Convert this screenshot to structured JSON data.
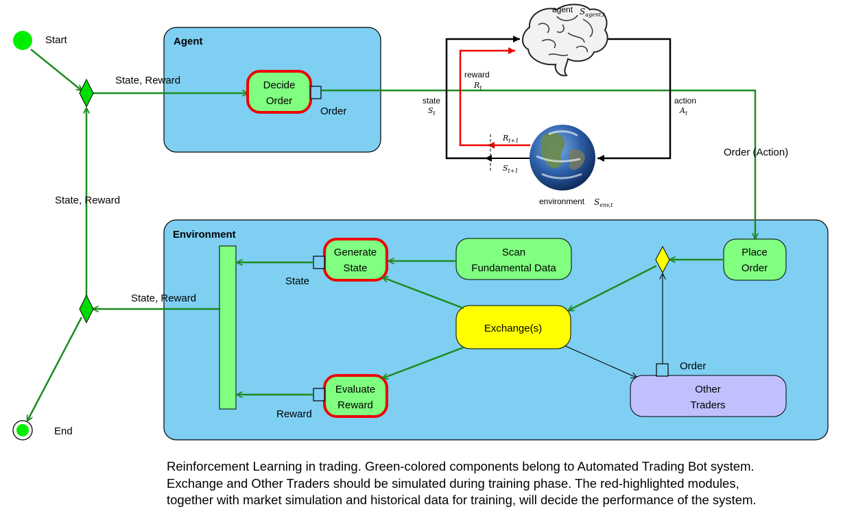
{
  "nodes": {
    "start": "Start",
    "end": "End",
    "agent_title": "Agent",
    "environment_title": "Environment",
    "decide_order": [
      "Decide",
      "Order"
    ],
    "generate_state": [
      "Generate",
      "State"
    ],
    "evaluate_reward": [
      "Evaluate",
      "Reward"
    ],
    "scan_data": [
      "Scan",
      "Fundamental Data"
    ],
    "place_order": [
      "Place",
      "Order"
    ],
    "exchange": "Exchange(s)",
    "other_traders": [
      "Other",
      "Traders"
    ]
  },
  "edge_labels": {
    "state_reward_top": "State, Reward",
    "state_reward_left": "State, Reward",
    "state_reward_env": "State, Reward",
    "order_port": "Order",
    "order_action": "Order (Action)",
    "state_port": "State",
    "reward_port": "Reward",
    "order_traders": "Order"
  },
  "rl_inset": {
    "agent": "agent",
    "agent_sub": "S",
    "agent_sub_idx": "agent,t",
    "environment": "environment",
    "env_sub": "S",
    "env_sub_idx": "env,t",
    "reward": "reward",
    "reward_sym": "R",
    "reward_idx": "t",
    "state": "state",
    "state_sym": "S",
    "state_idx": "t",
    "action": "action",
    "action_sym": "A",
    "action_idx": "t",
    "next_reward_sym": "R",
    "next_reward_idx": "t+1",
    "next_state_sym": "S",
    "next_state_idx": "t+1"
  },
  "colors": {
    "panel_fill": "#7ecff2",
    "component_fill": "#80ff80",
    "red_highlight": "#ee0000",
    "exchange_fill": "#ffff00",
    "traders_fill": "#c0c0ff",
    "flow_line": "#1e8a1e",
    "decision_fill": "#00dd00",
    "decision_yellow": "#ffff00"
  },
  "caption": [
    "Reinforcement Learning in trading. Green-colored components belong to Automated Trading Bot system.",
    "Exchange and Other Traders should be simulated during training phase. The red-highlighted modules,",
    "together with market simulation and historical data for training, will decide the performance of the system."
  ]
}
